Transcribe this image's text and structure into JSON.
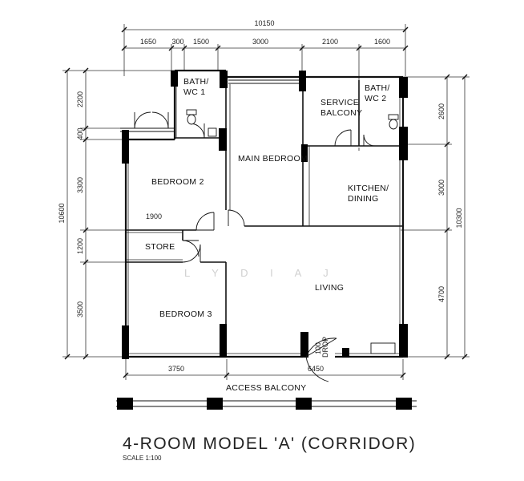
{
  "plan": {
    "title": "4-ROOM MODEL 'A' (CORRIDOR)",
    "scale": "SCALE   1:100",
    "watermark": "L Y D I A   J"
  },
  "rooms": {
    "bath_wc_1": [
      "BATH/",
      "WC 1"
    ],
    "bath_wc_2": [
      "BATH/",
      "WC 2"
    ],
    "service_balcony": [
      "SERVICE",
      "BALCONY"
    ],
    "main_bedroom": "MAIN BEDROOM",
    "bedroom_2": "BEDROOM 2",
    "kitchen_dining": [
      "KITCHEN/",
      "DINING"
    ],
    "store": "STORE",
    "living": "LIVING",
    "bedroom_3": "BEDROOM 3",
    "access_balcony": "ACCESS BALCONY"
  },
  "dimensions": {
    "top_overall": "10150",
    "top_segments": [
      "1650",
      "300",
      "1500",
      "3000",
      "2100",
      "1600"
    ],
    "left_overall": "10600",
    "left_segments": [
      "2200",
      "400",
      "3300",
      "1200",
      "3500"
    ],
    "right_overall": "10300",
    "right_segments": [
      "2600",
      "3000",
      "4700"
    ],
    "bottom_left": "3750",
    "bottom_right": "6450",
    "store_width": "1900",
    "door_note": [
      "100",
      "DROP"
    ]
  }
}
